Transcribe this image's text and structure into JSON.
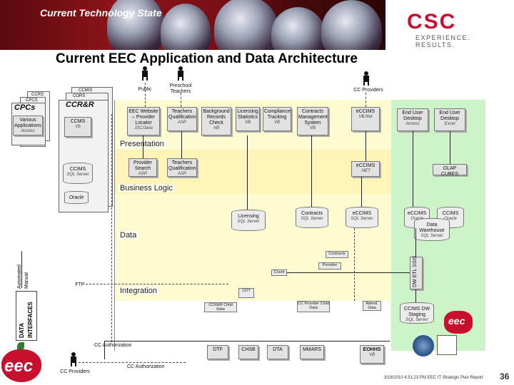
{
  "header": {
    "banner_title": "Current Technology State",
    "logo_text": "CSC",
    "tagline": "EXPERIENCE. RESULTS.",
    "brand_red": "#c8102e"
  },
  "title": "Current EEC Application and Data Architecture",
  "actors": {
    "public": "Public",
    "preschool": "Preschool Teachers",
    "cc_providers_top": "CC Providers",
    "cc_providers_bottom": "CC Providers"
  },
  "left_stack": {
    "card_back": "CCMIS",
    "card_back2": "CORS",
    "card_mid": "CCRS",
    "card_mid2": "CPCS",
    "cpcs": "CPCs",
    "ccrr": "CCR&R",
    "various_apps": "Various Applications",
    "various_sub": "Access",
    "ccms": "CCMS",
    "ccms_sub": "Vb",
    "ccims": "CCIMS",
    "ccims_sub": "SQL Server",
    "oracle": "Oracle"
  },
  "bands": {
    "presentation": "Presentation",
    "business": "Business Logic",
    "data": "Data",
    "integration": "Integration"
  },
  "pres_boxes": [
    {
      "title": "EEC Website – Provider Locator",
      "sub": "JSC/Java"
    },
    {
      "title": "Teachers Qualification",
      "sub": "ASP"
    },
    {
      "title": "Background Records Check",
      "sub": "VB"
    },
    {
      "title": "Licensing Statistics",
      "sub": "VB"
    },
    {
      "title": "Compliance Tracking",
      "sub": "VB"
    },
    {
      "title": "Contracts Management System",
      "sub": "VB"
    },
    {
      "title": "eCCIMS",
      "sub": "VB.Net"
    },
    {
      "title": "End User Desktop",
      "sub": "Access"
    },
    {
      "title": "End User Desktop",
      "sub": "Excel"
    }
  ],
  "biz_boxes": [
    {
      "title": "Provider Search",
      "sub": "ASP"
    },
    {
      "title": "Teachers Qualification",
      "sub": "ASP"
    },
    {
      "title": "eCCIMS",
      "sub": ".NET"
    },
    {
      "title": "OLAP CUBES",
      "sub": ""
    }
  ],
  "data_stores": [
    {
      "title": "Licensing",
      "sub": "SQL Server"
    },
    {
      "title": "Contracts",
      "sub": "SQL Server"
    },
    {
      "title": "eCCIMS",
      "sub": "SQL Server"
    },
    {
      "title": "eCCIMS",
      "sub": "Oracle"
    },
    {
      "title": "CCIMS",
      "sub": "Oracle"
    },
    {
      "title": "Data Warehouse",
      "sub": "SQL Server"
    }
  ],
  "integration": {
    "ftp": "FTP",
    "contracts": "Contracts",
    "provider": "Provider",
    "count": "Count",
    "cot": "COT",
    "small1": "CCR&R Child Data",
    "small2": "CC Provider Child Data",
    "small3": "Attend. Data",
    "dw_etl": "DW ETL",
    "dw_etl_sub": "SSIS",
    "staging": "CCIMS DW Staging",
    "staging_sub": "SQL Server",
    "auth1": "CC Authorization",
    "auth2": "CC Authorization"
  },
  "interfaces": {
    "automated": "Automated",
    "manual": "Manual",
    "data": "DATA",
    "interfaces": "INTERFACES"
  },
  "external_systems": [
    "DTF",
    "CHSB",
    "DTA",
    "MMARS",
    "EOHHS"
  ],
  "external_sub": "VB",
  "footer": {
    "text": "3/18/2010 4:51:23 PM EEC IT Strategic Plan Report",
    "page": "36"
  },
  "eec_logo": "eec",
  "colors": {
    "yellow_band": "#fffbd0",
    "green_zone": "#cdf3c8"
  }
}
